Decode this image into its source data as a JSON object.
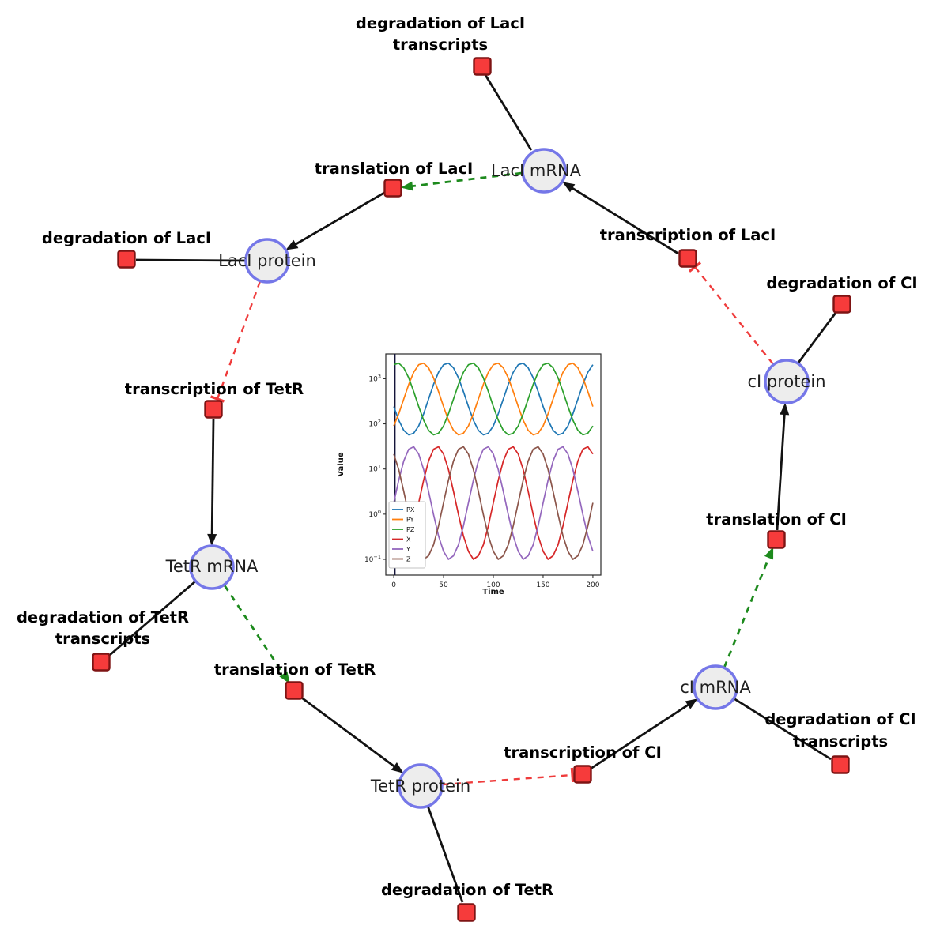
{
  "diagram": {
    "colors": {
      "species_fill": "#ededed",
      "species_stroke": "#7577e8",
      "reaction_fill": "#f63b3b",
      "reaction_stroke": "#7e1414",
      "edge_black": "#121212",
      "edge_green": "#1d8a1d",
      "edge_red": "#ef3b3b"
    },
    "species": [
      {
        "id": "laci-mrna",
        "label": "LacI mRNA"
      },
      {
        "id": "laci-protein",
        "label": "LacI protein"
      },
      {
        "id": "tetr-mrna",
        "label": "TetR mRNA"
      },
      {
        "id": "tetr-protein",
        "label": "TetR protein"
      },
      {
        "id": "ci-mrna",
        "label": "cI mRNA"
      },
      {
        "id": "ci-protein",
        "label": "cI protein"
      }
    ],
    "reactions": [
      {
        "id": "degradation-of-laci-transcripts",
        "label": "degradation of LacI",
        "label2": "transcripts"
      },
      {
        "id": "translation-of-laci",
        "label": "translation of LacI"
      },
      {
        "id": "transcription-of-laci",
        "label": "transcription of LacI"
      },
      {
        "id": "degradation-of-laci",
        "label": "degradation of LacI"
      },
      {
        "id": "degradation-of-ci",
        "label": "degradation of CI"
      },
      {
        "id": "transcription-of-tetr",
        "label": "transcription of TetR"
      },
      {
        "id": "translation-of-ci",
        "label": "translation of CI"
      },
      {
        "id": "degradation-of-tetr-transcripts",
        "label": "degradation of TetR",
        "label2": "transcripts"
      },
      {
        "id": "translation-of-tetr",
        "label": "translation of TetR"
      },
      {
        "id": "degradation-of-ci-transcripts",
        "label": "degradation of CI",
        "label2": "transcripts"
      },
      {
        "id": "transcription-of-ci",
        "label": "transcription of CI"
      },
      {
        "id": "degradation-of-tetr",
        "label": "degradation of TetR"
      }
    ]
  },
  "chart_data": {
    "type": "line",
    "title": "",
    "xlabel": "Time",
    "ylabel": "Value",
    "x_ticks": [
      0,
      50,
      100,
      150,
      200
    ],
    "y_tick_exponents": [
      3,
      2,
      1,
      0,
      -1
    ],
    "xlim": [
      -8,
      208
    ],
    "ylim_log10": [
      -1.35,
      3.55
    ],
    "yscale": "log",
    "legend_position": "lower left",
    "x": [
      0,
      5,
      10,
      15,
      20,
      25,
      30,
      35,
      40,
      45,
      50,
      55,
      60,
      65,
      70,
      75,
      80,
      85,
      90,
      95,
      100,
      105,
      110,
      115,
      120,
      125,
      130,
      135,
      140,
      145,
      150,
      155,
      160,
      165,
      170,
      175,
      180,
      185,
      190,
      195,
      200
    ],
    "series": [
      {
        "name": "PX",
        "color": "#1f77b4",
        "values": [
          242,
          120,
          72,
          57,
          62,
          90,
          168,
          355,
          750,
          1394,
          2046,
          2218,
          1749,
          1047,
          520,
          242,
          120,
          72,
          57,
          62,
          90,
          168,
          355,
          750,
          1394,
          2046,
          2218,
          1749,
          1047,
          520,
          242,
          120,
          72,
          57,
          62,
          90,
          168,
          355,
          750,
          1394,
          2046
        ]
      },
      {
        "name": "PY",
        "color": "#ff7f0e",
        "values": [
          90,
          168,
          355,
          750,
          1394,
          2046,
          2218,
          1749,
          1047,
          520,
          242,
          120,
          72,
          57,
          62,
          90,
          168,
          355,
          750,
          1394,
          2046,
          2218,
          1749,
          1047,
          520,
          242,
          120,
          72,
          57,
          62,
          90,
          168,
          355,
          750,
          1394,
          2046,
          2218,
          1749,
          1047,
          520,
          242
        ]
      },
      {
        "name": "PZ",
        "color": "#2ca02c",
        "values": [
          2046,
          2218,
          1749,
          1047,
          520,
          242,
          120,
          72,
          57,
          62,
          90,
          168,
          355,
          750,
          1394,
          2046,
          2218,
          1749,
          1047,
          520,
          242,
          120,
          72,
          57,
          62,
          90,
          168,
          355,
          750,
          1394,
          2046,
          2218,
          1749,
          1047,
          520,
          242,
          120,
          72,
          57,
          62,
          90
        ]
      },
      {
        "name": "X",
        "color": "#d62728",
        "values": [
          0.15,
          0.1,
          0.12,
          0.21,
          0.55,
          1.78,
          5.7,
          15.1,
          27.5,
          31.2,
          21.5,
          9.7,
          3.2,
          0.98,
          0.33,
          0.15,
          0.1,
          0.12,
          0.21,
          0.55,
          1.78,
          5.7,
          15.1,
          27.5,
          31.2,
          21.5,
          9.7,
          3.2,
          0.98,
          0.33,
          0.15,
          0.1,
          0.12,
          0.21,
          0.55,
          1.78,
          5.7,
          15.1,
          27.5,
          31.2,
          21.5
        ]
      },
      {
        "name": "Y",
        "color": "#9467bd",
        "values": [
          1.78,
          5.7,
          15.1,
          27.5,
          31.2,
          21.5,
          9.7,
          3.2,
          0.98,
          0.33,
          0.15,
          0.1,
          0.12,
          0.21,
          0.55,
          1.78,
          5.7,
          15.1,
          27.5,
          31.2,
          21.5,
          9.7,
          3.2,
          0.98,
          0.33,
          0.15,
          0.1,
          0.12,
          0.21,
          0.55,
          1.78,
          5.7,
          15.1,
          27.5,
          31.2,
          21.5,
          9.7,
          3.2,
          0.98,
          0.33,
          0.15
        ]
      },
      {
        "name": "Z",
        "color": "#8c564b",
        "values": [
          21.5,
          9.7,
          3.2,
          0.98,
          0.33,
          0.15,
          0.1,
          0.12,
          0.21,
          0.55,
          1.78,
          5.7,
          15.1,
          27.5,
          31.2,
          21.5,
          9.7,
          3.2,
          0.98,
          0.33,
          0.15,
          0.1,
          0.12,
          0.21,
          0.55,
          1.78,
          5.7,
          15.1,
          27.5,
          31.2,
          21.5,
          9.7,
          3.2,
          0.98,
          0.33,
          0.15,
          0.1,
          0.12,
          0.21,
          0.55,
          1.78
        ]
      }
    ]
  }
}
